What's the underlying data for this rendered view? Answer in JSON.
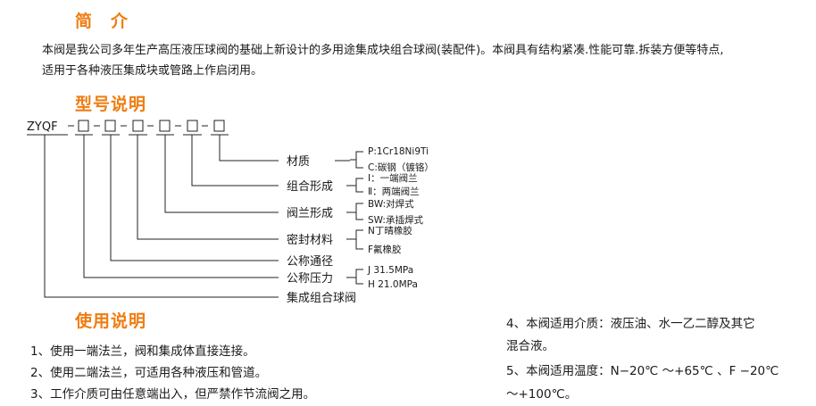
{
  "intro": {
    "heading": "简　介",
    "line1": "本阀是我公司多年生产高压液压球阀的基础上新设计的多用途集成块组合球阀(装配件)。本阀具有结构紧凑.性能可靠.拆装方便等特点,",
    "line2": "适用于各种液压集成块或管路上作启闭用。"
  },
  "model": {
    "heading": "型号说明",
    "prefix": "ZYQF",
    "labels": {
      "material": "材质",
      "combination": "组合形成",
      "flange": "阀兰形成",
      "seal": "密封材料",
      "diameter": "公称通径",
      "pressure": "公称压力",
      "name": "集成组合球阀"
    },
    "options": {
      "material_p": "P:1Cr18Ni9Ti",
      "material_c": "C:碳钢（镀铬）",
      "comb_1": "Ⅰ：一端阀兰",
      "comb_2": "Ⅱ：两端阀兰",
      "flange_bw": "BW:对焊式",
      "flange_sw": "SW:承插焊式",
      "seal_n": "N丁晴橡胶",
      "seal_f": "F氟橡胶",
      "press_j": "J 31.5MPa",
      "press_h": "H 21.0MPa"
    }
  },
  "usage": {
    "heading": "使用说明",
    "items": [
      "1、使用一端法兰，阀和集成体直接连接。",
      "2、使用二端法兰，可适用各种液压和管道。",
      "3、工作介质可由任意端出入，但严禁作节流阀之用。"
    ],
    "item4_line1": "4、本阀适用介质：液压油、水一乙二醇及其它",
    "item4_line2": "混合液。",
    "item5_line1": "5、本阀适用温度：N−20℃ ～+65℃ 、F −20℃",
    "item5_line2": "～+100℃。"
  }
}
